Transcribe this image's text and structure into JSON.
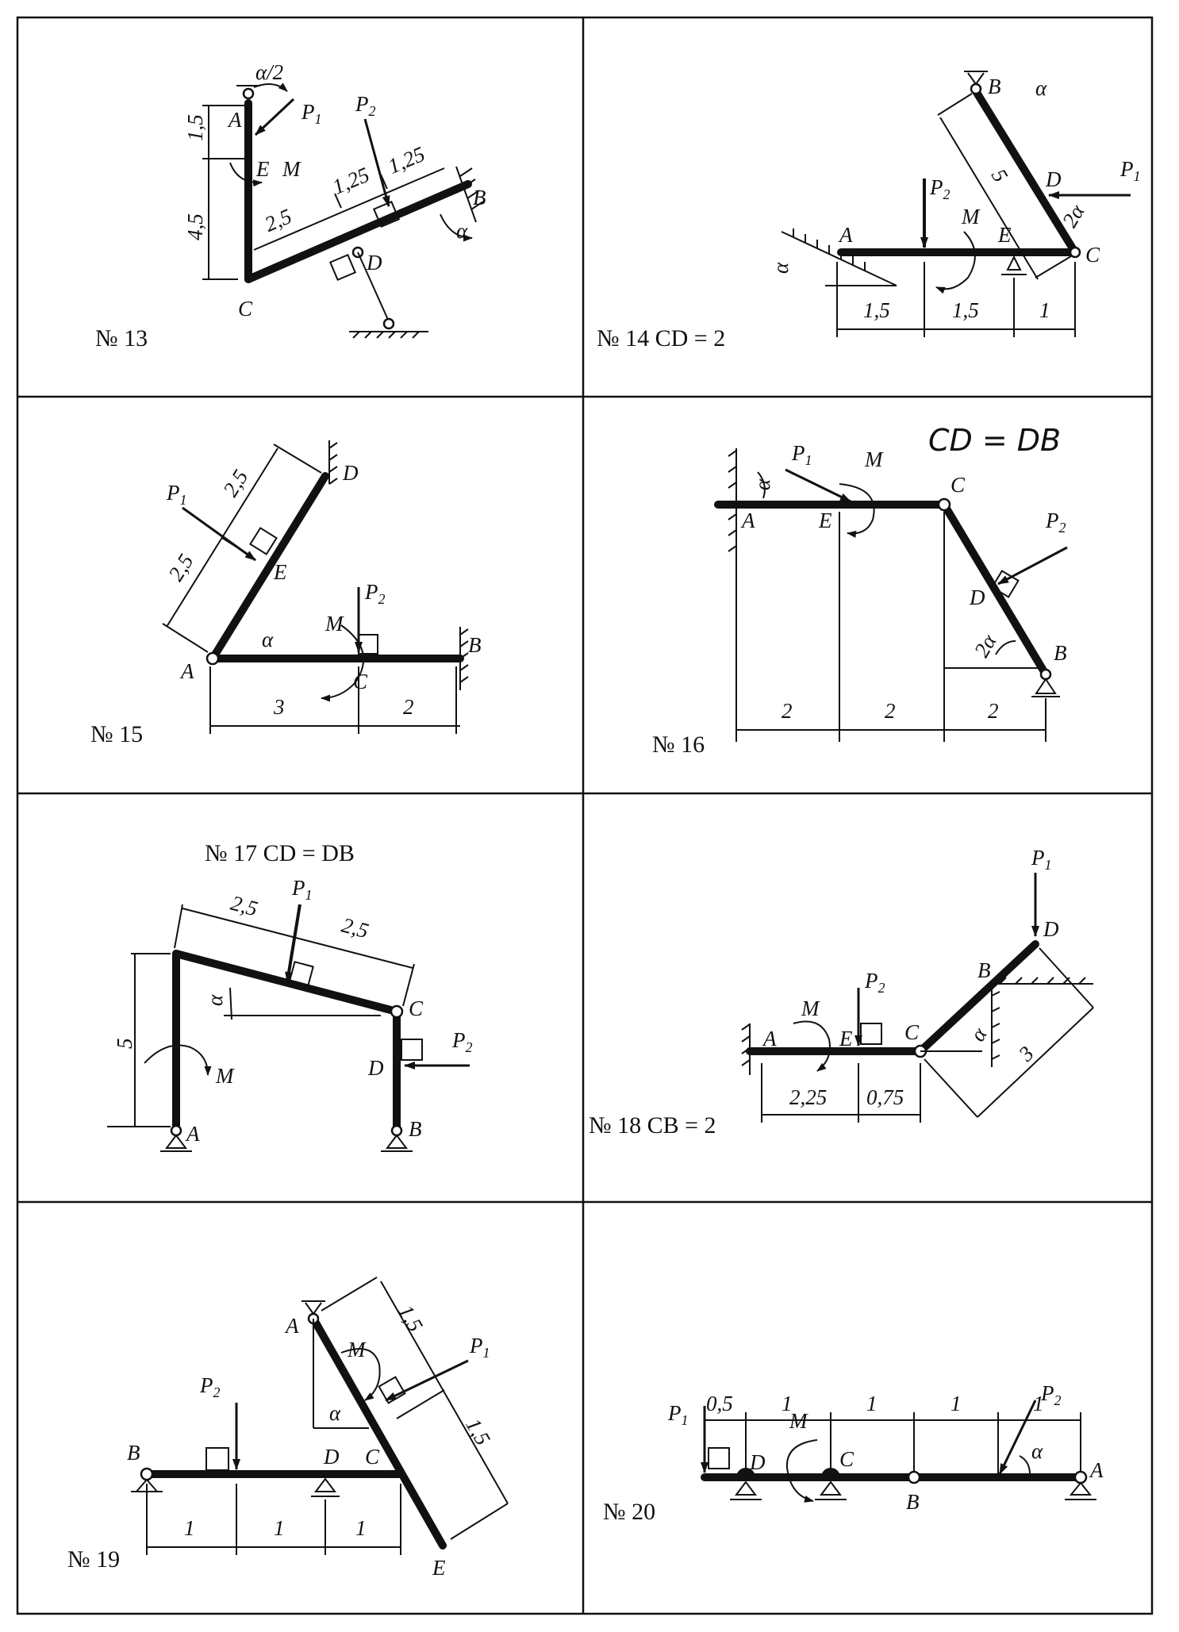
{
  "panels": [
    {
      "number": "№ 13",
      "labels": {
        "A": "A",
        "B": "B",
        "C": "C",
        "D": "D",
        "E": "E",
        "M": "M",
        "P1": "P",
        "P1_sub": "1",
        "P2": "P",
        "P2_sub": "2",
        "angle_half": "α/2",
        "angle": "α"
      },
      "dims": [
        "1,5",
        "4,5",
        "2,5",
        "1,25",
        "1,25"
      ]
    },
    {
      "number": "№ 14 CD = 2",
      "labels": {
        "A": "A",
        "B": "B",
        "C": "C",
        "D": "D",
        "E": "E",
        "M": "M",
        "P1": "P",
        "P1_sub": "1",
        "P2": "P",
        "P2_sub": "2",
        "alpha_top": "α",
        "alpha_left": "α",
        "angle_2a": "2α"
      },
      "dims": [
        "5",
        "1,5",
        "1,5",
        "1"
      ]
    },
    {
      "number": "№ 15",
      "labels": {
        "A": "A",
        "B": "B",
        "C": "C",
        "D": "D",
        "E": "E",
        "M": "M",
        "P1": "P",
        "P1_sub": "1",
        "P2": "P",
        "P2_sub": "2",
        "angle": "α"
      },
      "dims": [
        "2,5",
        "2,5",
        "3",
        "2"
      ]
    },
    {
      "number": "№ 16",
      "note": "CD = DB",
      "labels": {
        "A": "A",
        "B": "B",
        "C": "C",
        "D": "D",
        "E": "E",
        "M": "M",
        "P1": "P",
        "P1_sub": "1",
        "P2": "P",
        "P2_sub": "2",
        "angle": "α",
        "angle_2a": "2α"
      },
      "dims": [
        "2",
        "2",
        "2"
      ]
    },
    {
      "number": "№ 17 CD = DB",
      "labels": {
        "A": "A",
        "B": "B",
        "C": "C",
        "D": "D",
        "M": "M",
        "P1": "P",
        "P1_sub": "1",
        "P2": "P",
        "P2_sub": "2",
        "angle": "α"
      },
      "dims": [
        "2,5",
        "2,5",
        "5"
      ]
    },
    {
      "number": "№ 18 CB = 2",
      "labels": {
        "A": "A",
        "B": "B",
        "C": "C",
        "D": "D",
        "E": "E",
        "M": "M",
        "P1": "P",
        "P1_sub": "1",
        "P2": "P",
        "P2_sub": "2",
        "angle": "α"
      },
      "dims": [
        "2,25",
        "0,75",
        "3"
      ]
    },
    {
      "number": "№ 19",
      "labels": {
        "A": "A",
        "B": "B",
        "C": "C",
        "D": "D",
        "E": "E",
        "M": "M",
        "P1": "P",
        "P1_sub": "1",
        "P2": "P",
        "P2_sub": "2",
        "angle": "α"
      },
      "dims": [
        "1,5",
        "1,5",
        "1",
        "1",
        "1"
      ]
    },
    {
      "number": "№ 20",
      "labels": {
        "A": "A",
        "B": "B",
        "C": "C",
        "D": "D",
        "M": "M",
        "P1": "P",
        "P1_sub": "1",
        "P2": "P",
        "P2_sub": "2",
        "angle": "α"
      },
      "dims": [
        "0,5",
        "1",
        "1",
        "1",
        "1"
      ]
    }
  ]
}
